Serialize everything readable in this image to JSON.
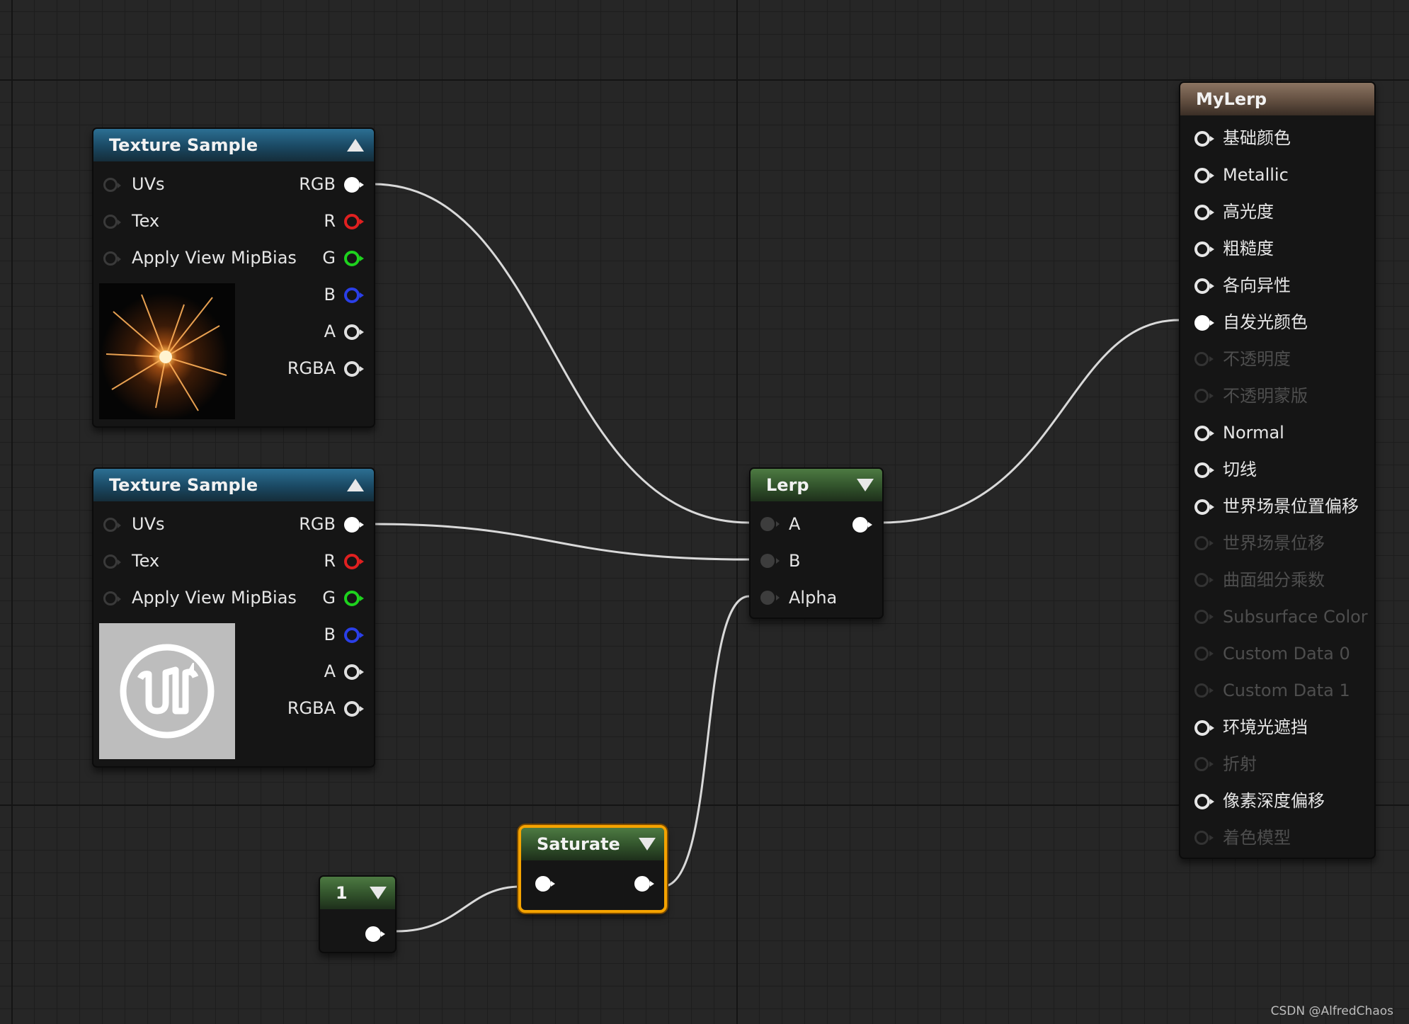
{
  "texture_sample_1": {
    "title": "Texture Sample",
    "inputs": [
      "UVs",
      "Tex",
      "Apply View MipBias"
    ],
    "outputs": [
      "RGB",
      "R",
      "G",
      "B",
      "A",
      "RGBA"
    ],
    "thumbnail_icon": "sparks-texture-icon"
  },
  "texture_sample_2": {
    "title": "Texture Sample",
    "inputs": [
      "UVs",
      "Tex",
      "Apply View MipBias"
    ],
    "outputs": [
      "RGB",
      "R",
      "G",
      "B",
      "A",
      "RGBA"
    ],
    "thumbnail_icon": "unreal-logo-icon"
  },
  "lerp": {
    "title": "Lerp",
    "inputs": [
      "A",
      "B",
      "Alpha"
    ]
  },
  "saturate": {
    "title": "Saturate"
  },
  "constant": {
    "title": "1"
  },
  "material": {
    "title": "MyLerp",
    "pins": [
      {
        "label": "基础颜色",
        "enabled": true
      },
      {
        "label": "Metallic",
        "enabled": true
      },
      {
        "label": "高光度",
        "enabled": true
      },
      {
        "label": "粗糙度",
        "enabled": true
      },
      {
        "label": "各向异性",
        "enabled": true
      },
      {
        "label": "自发光颜色",
        "enabled": true,
        "connected": true
      },
      {
        "label": "不透明度",
        "enabled": false
      },
      {
        "label": "不透明蒙版",
        "enabled": false
      },
      {
        "label": "Normal",
        "enabled": true
      },
      {
        "label": "切线",
        "enabled": true
      },
      {
        "label": "世界场景位置偏移",
        "enabled": true
      },
      {
        "label": "世界场景位移",
        "enabled": false
      },
      {
        "label": "曲面细分乘数",
        "enabled": false
      },
      {
        "label": "Subsurface Color",
        "enabled": false
      },
      {
        "label": "Custom Data 0",
        "enabled": false
      },
      {
        "label": "Custom Data 1",
        "enabled": false
      },
      {
        "label": "环境光遮挡",
        "enabled": true
      },
      {
        "label": "折射",
        "enabled": false
      },
      {
        "label": "像素深度偏移",
        "enabled": true
      },
      {
        "label": "着色模型",
        "enabled": false
      }
    ]
  },
  "watermark": "CSDN @AlfredChaos",
  "colors": {
    "selection": "#f5a300",
    "wire": "#d9d9d9",
    "pin_r": "#e02020",
    "pin_g": "#1ed21e",
    "pin_b": "#2a3fe8"
  }
}
